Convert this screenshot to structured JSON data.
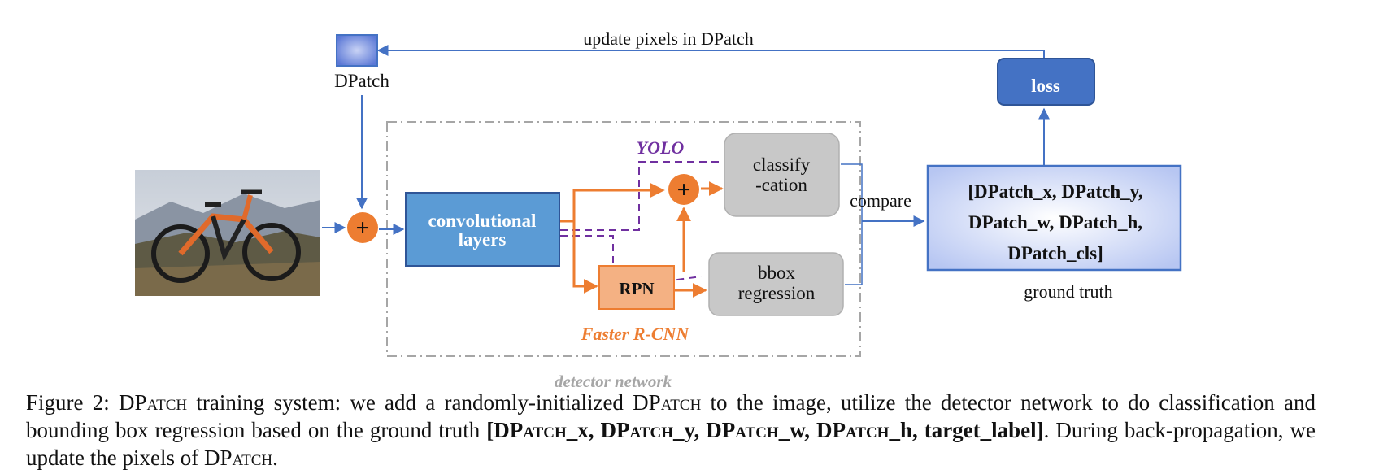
{
  "diagram": {
    "dpatch_label": "DPatch",
    "update_label": "update pixels in DPatch",
    "loss_label": "loss",
    "conv_line1": "convolutional",
    "conv_line2": "layers",
    "rpn_label": "RPN",
    "yolo_label": "YOLO",
    "faster_rcnn_label": "Faster R-CNN",
    "classify_line1": "classify",
    "classify_line2": "-cation",
    "bbox_line1": "bbox",
    "bbox_line2": "regression",
    "compare_label": "compare",
    "gt_line1": "[DPatch_x, DPatch_y,",
    "gt_line2": "DPatch_w, DPatch_h,",
    "gt_line3": "DPatch_cls]",
    "ground_truth_label": "ground truth",
    "detector_label": "detector network",
    "plus_symbol": "+"
  },
  "caption": {
    "p1": "Figure 2: D",
    "p2": "Patch",
    "p3": " training system: we add a randomly-initialized D",
    "p4": "Patch",
    "p5": " to the image, utilize the detector network to do classification and bounding box regression based on the ground truth ",
    "b1": "[D",
    "b2": "Patch",
    "b3": "_x, D",
    "b4": "Patch",
    "b5": "_y, D",
    "b6": "Patch",
    "b7": "_w, D",
    "b8": "Patch",
    "b9": "_h, target_label]",
    "p6": ". During back-propagation, we update the pixels of D",
    "p7": "Patch",
    "p8": "."
  },
  "colors": {
    "blue_line": "#4472c4",
    "orange": "#ed7d31",
    "purple": "#7030a0",
    "conv_fill": "#5b9bd5",
    "loss_fill": "#4472c4",
    "gray_box": "#c8c8c8",
    "rpn_fill": "#f4b183",
    "detector_gray": "#a6a6a6"
  }
}
